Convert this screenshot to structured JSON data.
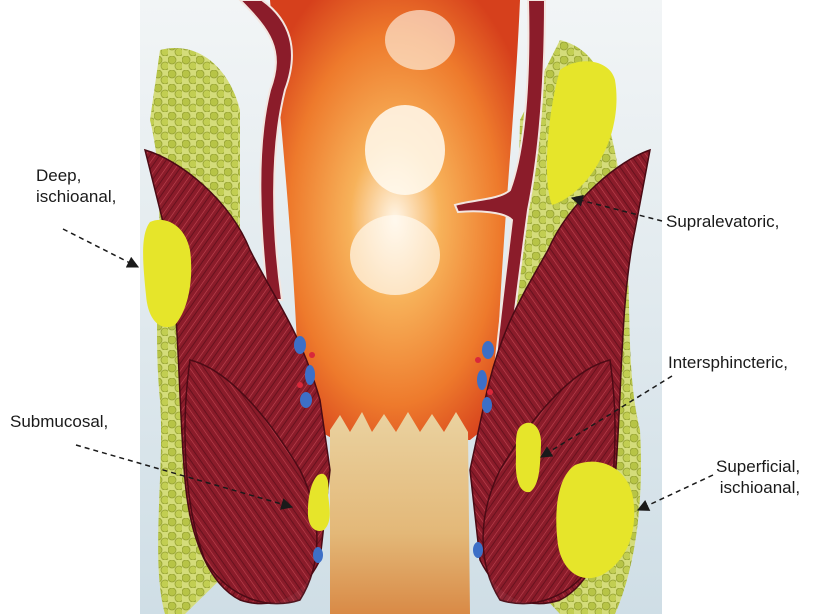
{
  "labels": {
    "deep_ischioanal": [
      "Deep,",
      "ischioanal,"
    ],
    "supralevatoric": "Supralevatoric,",
    "intersphincteric": "Intersphincteric,",
    "submucosal": "Submucosal,",
    "superficial_ischioanal": [
      "Superficial,",
      "ischioanal,"
    ]
  },
  "colors": {
    "abscess_marker": "#e6e52a",
    "muscle": "#8b1c2a",
    "muscle_dark": "#5e0f1a",
    "lumen_center": "#ffffff",
    "lumen_mid": "#f6a03c",
    "lumen_edge": "#d8401c",
    "fat": "#c9d45c",
    "background_tissue": "#d6e4ea",
    "leader_line": "#1a1a1a"
  }
}
